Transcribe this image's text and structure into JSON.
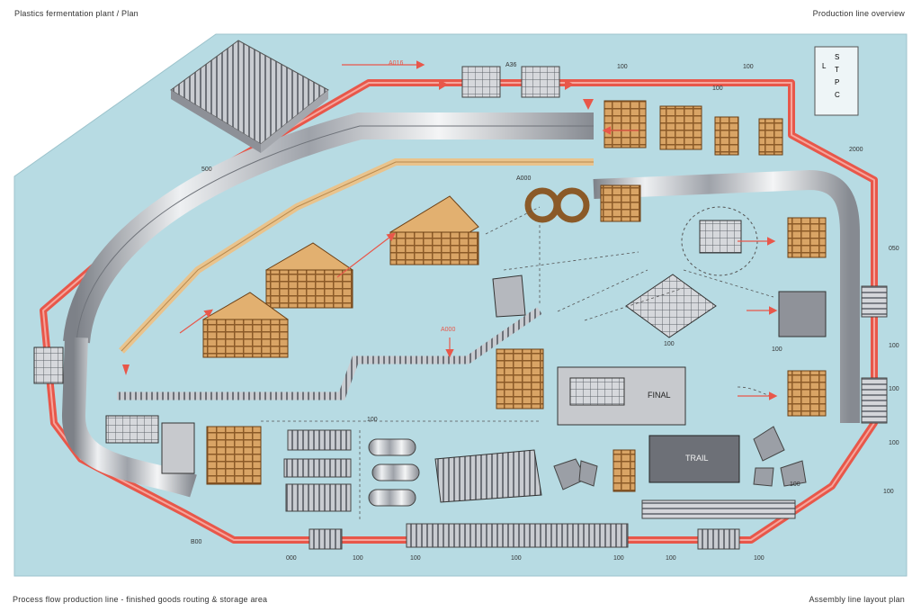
{
  "header": {
    "title_left": "Plastics fermentation plant / Plan",
    "title_right": "Production line overview"
  },
  "footer": {
    "caption_left": "Process flow production line - finished goods routing & storage area",
    "caption_right": "Assembly line layout plan"
  },
  "legend": {
    "items": [
      "L",
      "S",
      "T",
      "P",
      "C"
    ]
  },
  "labels": {
    "top_a": "A016",
    "top_b": "A36",
    "top_c": "100",
    "top_d": "100",
    "right_a": "2000",
    "right_b": "050",
    "right_c": "100",
    "right_d": "100",
    "right_e": "100",
    "left_a": "500",
    "mid_a": "A000",
    "mid_b": "A000",
    "mid_c": "100",
    "mid_d": "100",
    "mid_e": "100",
    "mid_f": "100",
    "left_b": "100",
    "bottom_a": "B00",
    "bottom_b": "000",
    "bottom_c": "100",
    "bottom_d": "100",
    "bottom_e": "100",
    "bottom_f": "100",
    "bottom_g": "100",
    "bottom_h": "100",
    "machine_a": "FINAL",
    "machine_b": "TRAIL",
    "pad_a": "100"
  },
  "colors": {
    "floor": "#b7dbe3",
    "outer_loop": "#e8574a",
    "inner_track": "#e9c38c",
    "wood": "#d9a465",
    "steel": "#b9bcc2"
  }
}
